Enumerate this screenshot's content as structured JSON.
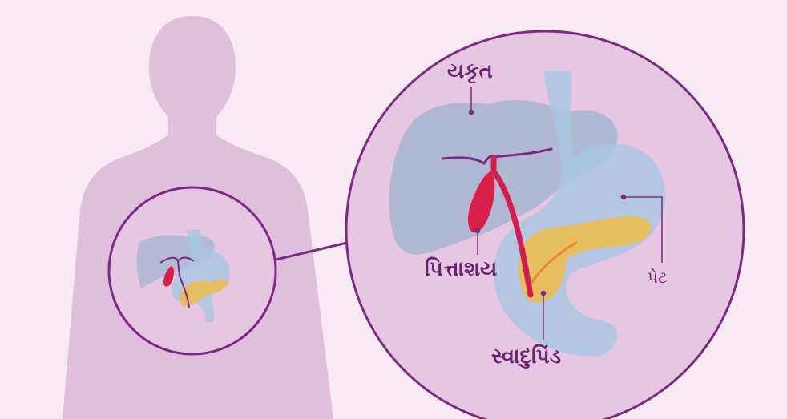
{
  "labels": {
    "liver": "યકૃત",
    "gallbladder": "પિત્તાશય",
    "pancreas": "સ્વાદુપિંડ",
    "stomach": "પેટ"
  },
  "colors": {
    "background": "#f8eaf2",
    "body": "#dfbfdc",
    "circle_fill": "#e6c6e0",
    "circle_stroke": "#7b2a82",
    "liver": "#aab6d3",
    "stomach": "#a9c5e2",
    "gallbladder": "#d91e4a",
    "pancreas": "#eebb4a",
    "duct": "#7b2a82",
    "label": "#6a2370"
  }
}
